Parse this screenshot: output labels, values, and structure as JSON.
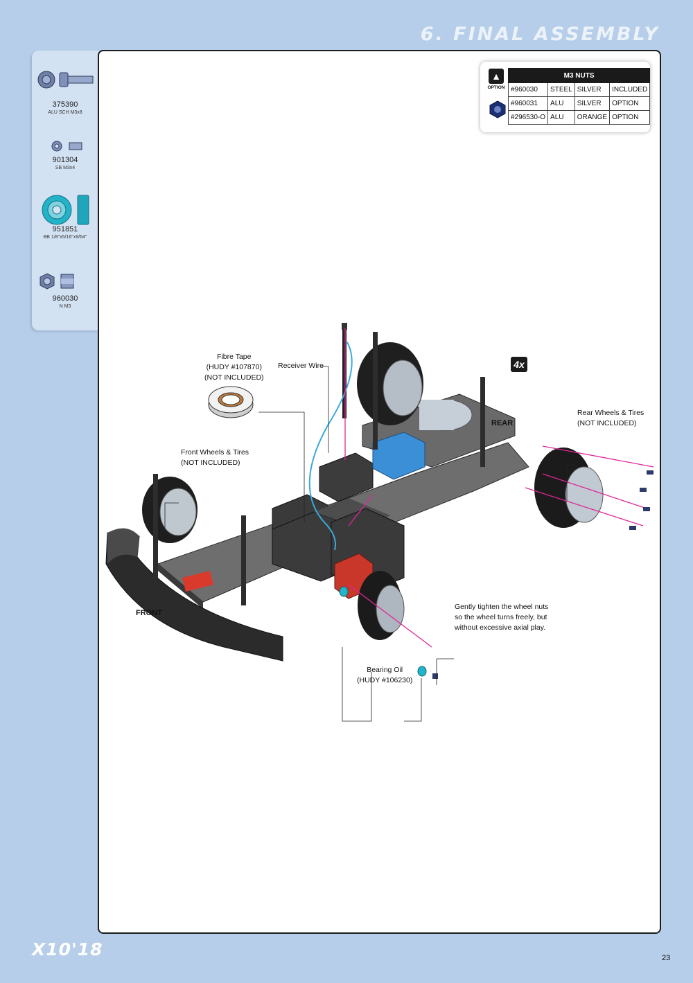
{
  "header": {
    "section_title": "6. FINAL ASSEMBLY"
  },
  "parts": [
    {
      "code": "375390",
      "desc": "ALU SCH M3x8"
    },
    {
      "code": "901304",
      "desc": "SB M3x4"
    },
    {
      "code": "951851",
      "desc": "BB 1/8\"x5/16\"x9/64\""
    },
    {
      "code": "960030",
      "desc": "N M3"
    }
  ],
  "option_table": {
    "badge_label": "OPTION",
    "title": "M3 NUTS",
    "rows": [
      [
        "#960030",
        "STEEL",
        "SILVER",
        "INCLUDED"
      ],
      [
        "#960031",
        "ALU",
        "SILVER",
        "OPTION"
      ],
      [
        "#296530-O",
        "ALU",
        "ORANGE",
        "OPTION"
      ]
    ]
  },
  "callouts": {
    "fibre_tape": [
      "Fibre Tape",
      "(HUDY #107870)",
      "(NOT INCLUDED)"
    ],
    "receiver_wire": "Receiver Wire",
    "front_wheels": [
      "Front Wheels & Tires",
      "(NOT INCLUDED)"
    ],
    "rear_wheels": [
      "Rear Wheels & Tires",
      "(NOT INCLUDED)"
    ],
    "wheel_nuts": [
      "Gently tighten the wheel nuts",
      "so the wheel turns freely, but",
      "without excessive axial play."
    ],
    "bearing_oil": [
      "Bearing Oil",
      "(HUDY #106230)"
    ],
    "quantity": "4x",
    "rear_label": "REAR",
    "front_label": "FRONT"
  },
  "footer": {
    "brand": "X10'18",
    "page_number": "23"
  },
  "colors": {
    "page_bg": "#b6cee9",
    "panel_bg": "#d3e2f3",
    "accent_magenta": "#e0259a",
    "bearing_teal": "#22b4c9",
    "wire_blue": "#3aa9dc"
  }
}
